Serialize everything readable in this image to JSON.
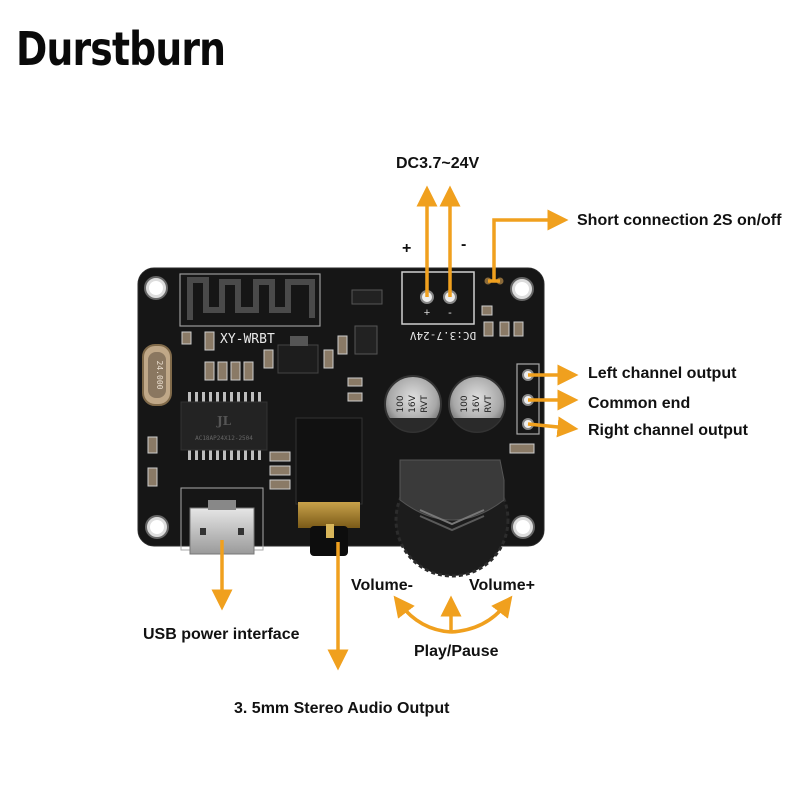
{
  "brand": "Durstburn",
  "board": {
    "model_silkscreen": "XY-WRBT",
    "power_silkscreen": "DC:3.7-24V",
    "chip_logo": "JL",
    "chip_marking": "AC18AP24X12-2504",
    "crystal_marking": "24.000",
    "capacitors": [
      {
        "line1": "100",
        "line2": "16V",
        "line3": "RVT"
      },
      {
        "line1": "100",
        "line2": "16V",
        "line3": "RVT"
      }
    ],
    "pad_plus": "+",
    "pad_minus": "-"
  },
  "labels": {
    "power_input": "DC3.7~24V",
    "plus": "+",
    "minus": "-",
    "switch": "Short connection 2S on/off",
    "left_channel": "Left channel output",
    "common": "Common end",
    "right_channel": "Right channel output",
    "usb": "USB power interface",
    "audio_jack": "3. 5mm Stereo Audio Output",
    "volume_minus": "Volume-",
    "volume_plus": "Volume+",
    "play_pause": "Play/Pause"
  },
  "colors": {
    "arrow": "#f0a01e",
    "pcb": "#161616",
    "text": "#111111"
  }
}
